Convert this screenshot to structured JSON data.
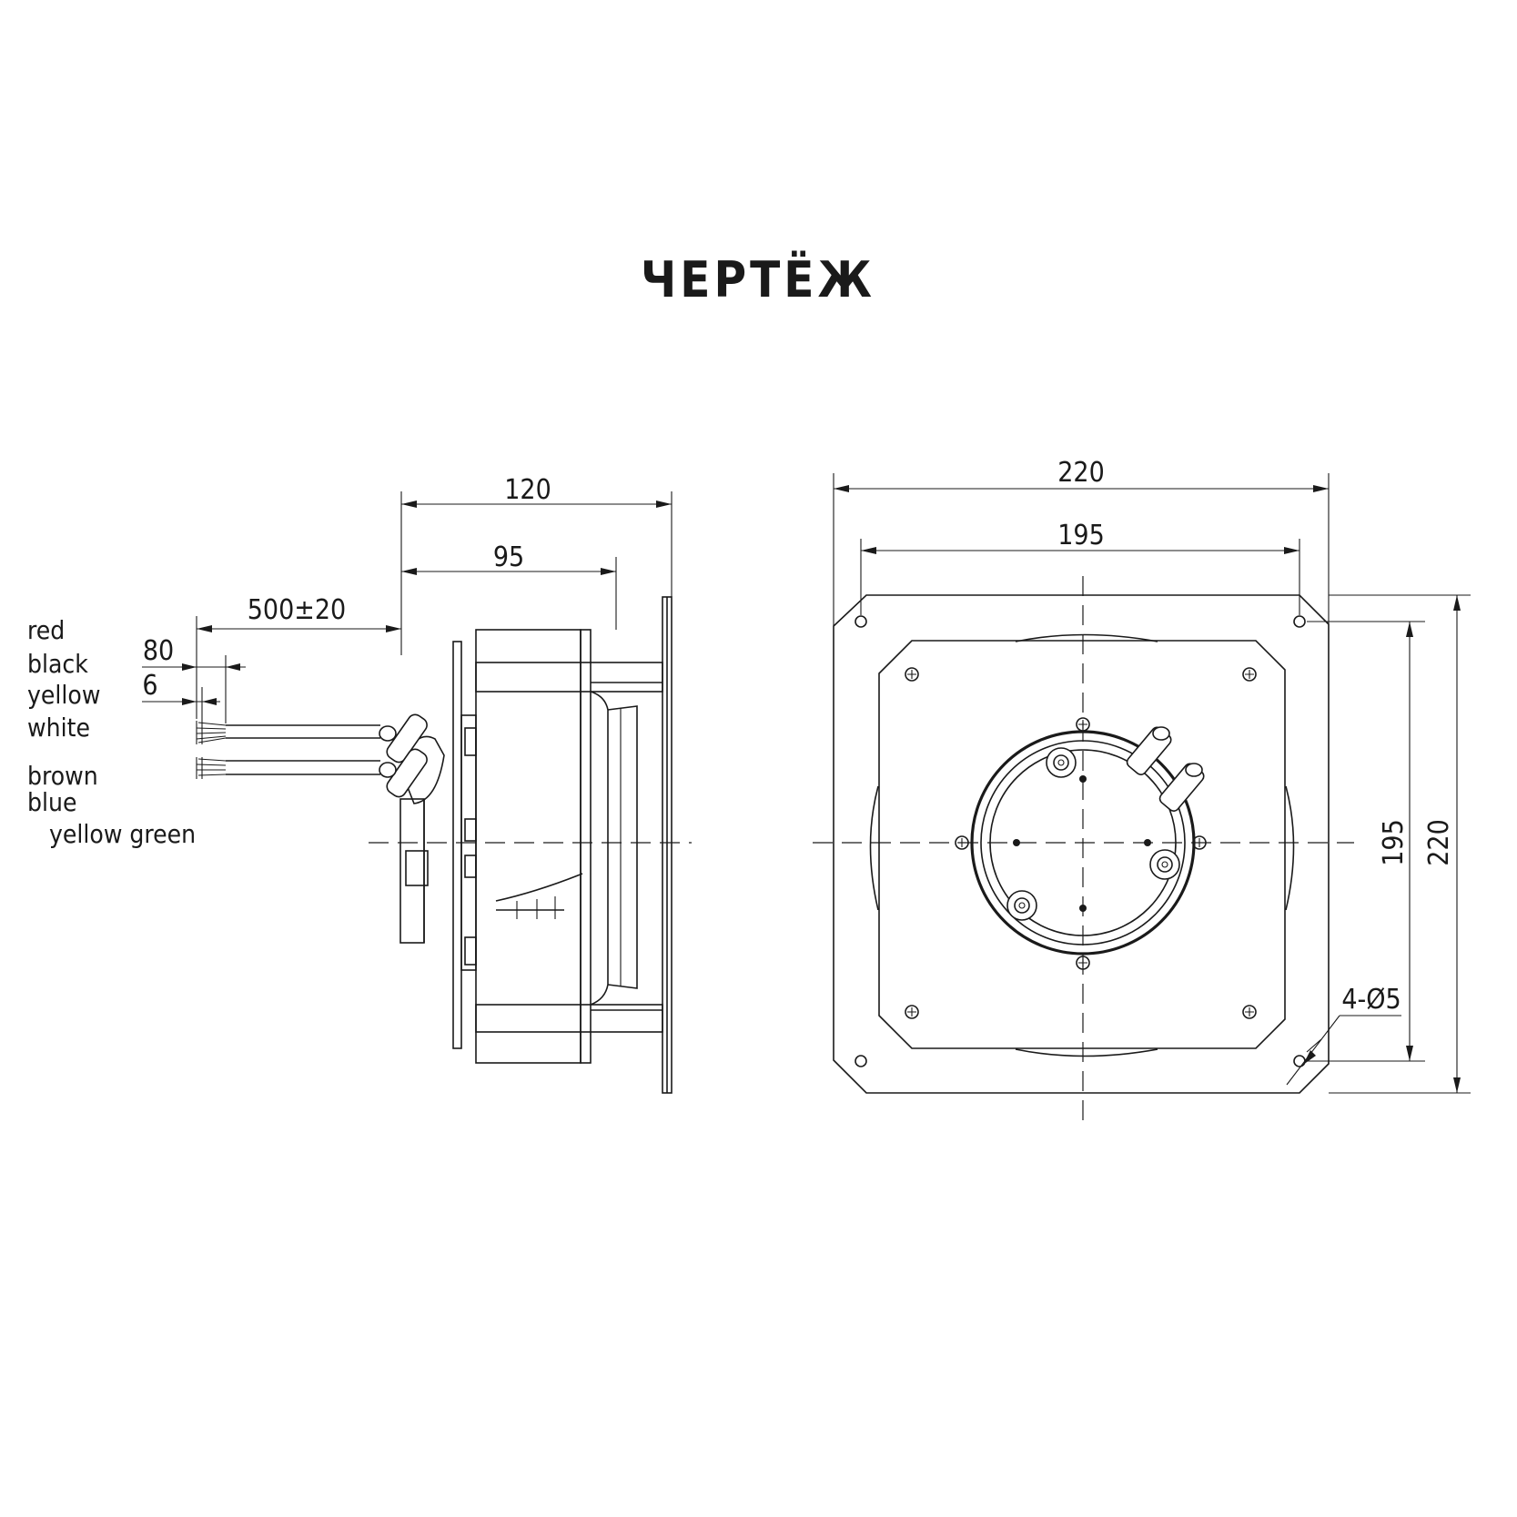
{
  "title": "ЧЕРТЁЖ",
  "side_view": {
    "dimensions": {
      "overall_depth": "120",
      "body_depth": "95",
      "cable_length": "500±20",
      "strip_length": "80",
      "wire_strip": "6"
    },
    "wires_group_1": [
      "red",
      "black",
      "yellow",
      "white"
    ],
    "wires_group_2": [
      "brown",
      "blue",
      "yellow green"
    ]
  },
  "front_view": {
    "dimensions": {
      "width_overall": "220",
      "width_holes": "195",
      "height_holes": "195",
      "height_overall": "220",
      "holes": "4-Ø5"
    }
  }
}
